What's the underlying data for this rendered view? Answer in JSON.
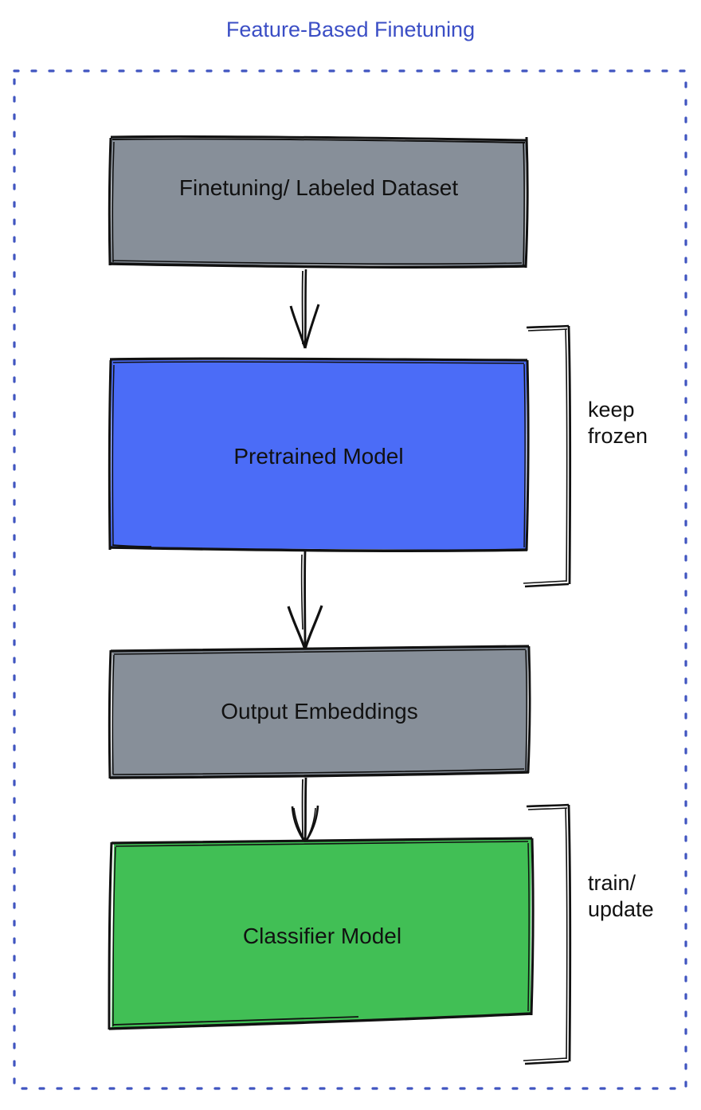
{
  "diagram": {
    "title": "Feature-Based Finetuning",
    "title_color": "#3b4ec5",
    "frame": {
      "style": "dashed",
      "color": "#4055c0"
    },
    "nodes": [
      {
        "id": "dataset",
        "label": "Finetuning/ Labeled Dataset",
        "fill": "#878f99",
        "stroke": "#111111"
      },
      {
        "id": "pretrained",
        "label": "Pretrained Model",
        "fill": "#4b6cf7",
        "stroke": "#111111"
      },
      {
        "id": "embeddings",
        "label": "Output Embeddings",
        "fill": "#878f99",
        "stroke": "#111111"
      },
      {
        "id": "classifier",
        "label": "Classifier Model",
        "fill": "#41bf55",
        "stroke": "#111111"
      }
    ],
    "edges": [
      {
        "from": "dataset",
        "to": "pretrained",
        "style": "arrow"
      },
      {
        "from": "pretrained",
        "to": "embeddings",
        "style": "arrow"
      },
      {
        "from": "embeddings",
        "to": "classifier",
        "style": "arrow"
      }
    ],
    "annotations": [
      {
        "id": "keep-frozen",
        "target": "pretrained",
        "line1": "keep",
        "line2": "frozen",
        "text": "keep\nfrozen"
      },
      {
        "id": "train-update",
        "target": "classifier",
        "line1": "train/",
        "line2": "update",
        "text": "train/\nupdate"
      }
    ]
  }
}
